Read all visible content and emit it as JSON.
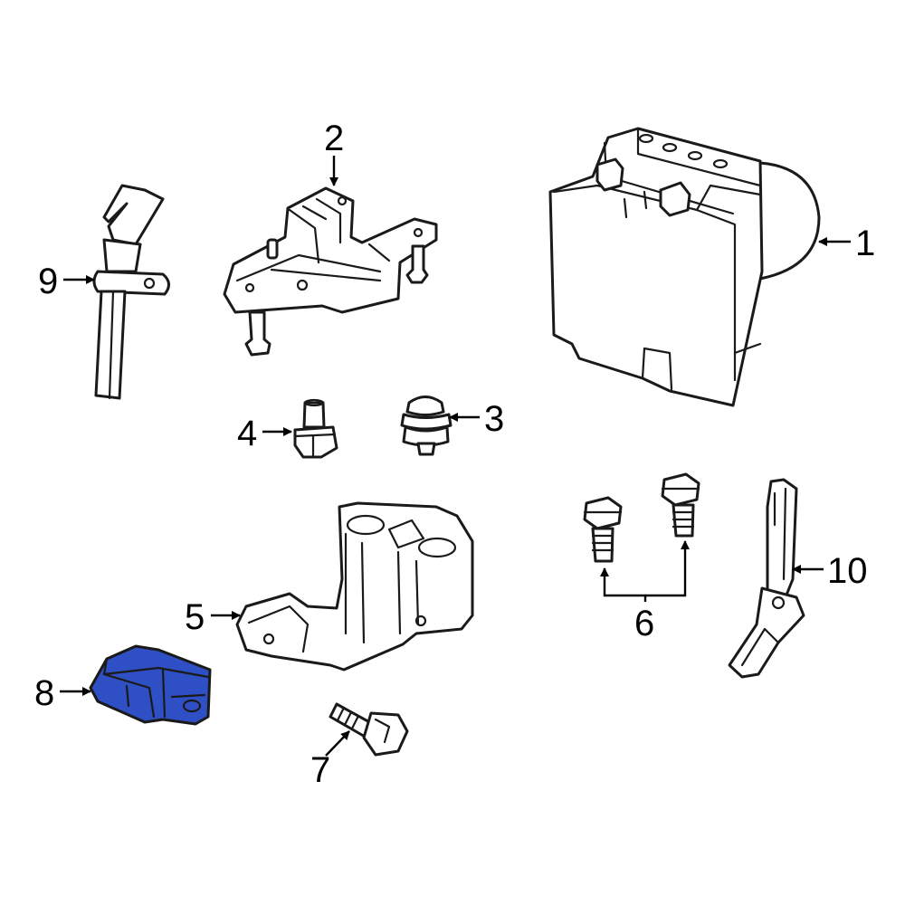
{
  "highlight_color": "#2f4fc4",
  "outline_color": "#1a1a1a",
  "callouts": [
    {
      "id": "1",
      "label": "1"
    },
    {
      "id": "2",
      "label": "2"
    },
    {
      "id": "3",
      "label": "3"
    },
    {
      "id": "4",
      "label": "4"
    },
    {
      "id": "5",
      "label": "5"
    },
    {
      "id": "6",
      "label": "6"
    },
    {
      "id": "7",
      "label": "7"
    },
    {
      "id": "8",
      "label": "8"
    },
    {
      "id": "9",
      "label": "9"
    },
    {
      "id": "10",
      "label": "10"
    }
  ],
  "highlighted_part": "8"
}
